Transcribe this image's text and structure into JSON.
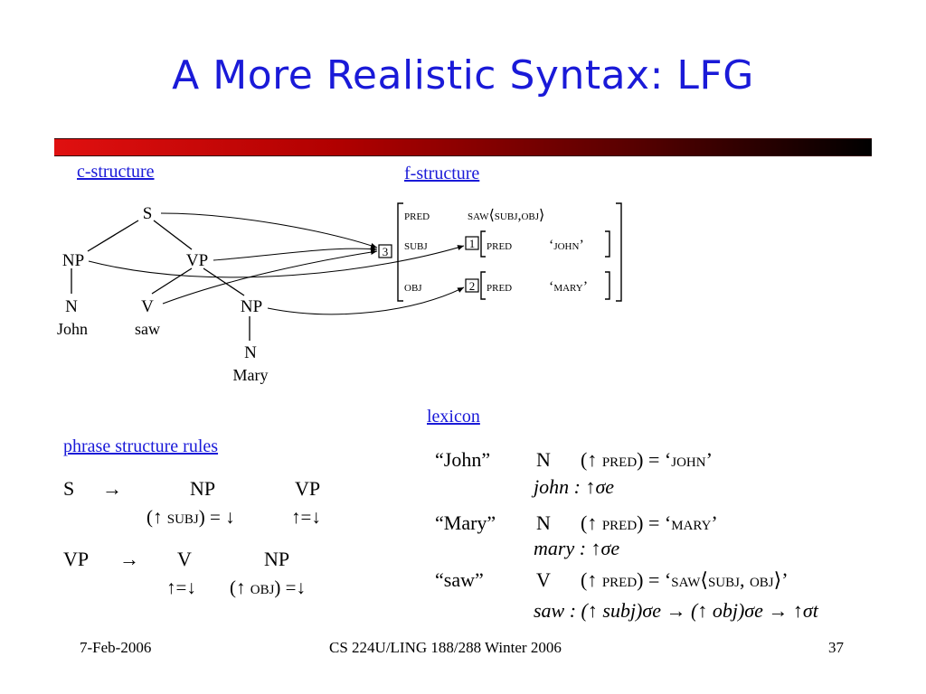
{
  "title": "A More Realistic Syntax: LFG",
  "section_labels": {
    "c_structure": "c-structure",
    "f_structure": "f-structure",
    "phrase_rules": "phrase structure rules",
    "lexicon": "lexicon"
  },
  "tree": {
    "S": "S",
    "NP1": "NP",
    "VP": "VP",
    "N1": "N",
    "John": "John",
    "V": "V",
    "saw": "saw",
    "NP2": "NP",
    "N2": "N",
    "Mary": "Mary"
  },
  "fstructure": {
    "index_outer": "3",
    "index_subj": "1",
    "index_obj": "2",
    "pred_label": "pred",
    "pred_value": "saw⟨subj,obj⟩",
    "subj_label": "subj",
    "obj_label": "obj",
    "subj_pred_label": "pred",
    "subj_pred_value": "‘john’",
    "obj_pred_label": "pred",
    "obj_pred_value": "‘mary’"
  },
  "rules": {
    "r1_lhs": "S",
    "r1_arrow": "→",
    "r1_c1": "NP",
    "r1_c2": "VP",
    "r1_a1": "(↑ subj) = ↓",
    "r1_a2": "↑=↓",
    "r2_lhs": "VP",
    "r2_arrow": "→",
    "r2_c1": "V",
    "r2_c2": "NP",
    "r2_a1": "↑=↓",
    "r2_a2": "(↑ obj) =↓"
  },
  "lexicon": {
    "e1_word": "“John”",
    "e1_cat": "N",
    "e1_eq": "(↑ pred) = ‘john’",
    "e1_sem": "john : ↑σe",
    "e2_word": "“Mary”",
    "e2_cat": "N",
    "e2_eq": "(↑ pred) = ‘mary’",
    "e2_sem": "mary : ↑σe",
    "e3_word": "“saw”",
    "e3_cat": "V",
    "e3_eq": "(↑ pred) = ‘saw⟨subj, obj⟩’",
    "e3_sem": "saw : (↑ subj)σe → (↑ obj)σe → ↑σt"
  },
  "footer": {
    "date": "7-Feb-2006",
    "course": "CS 224U/LING 188/288 Winter 2006",
    "page": "37"
  }
}
